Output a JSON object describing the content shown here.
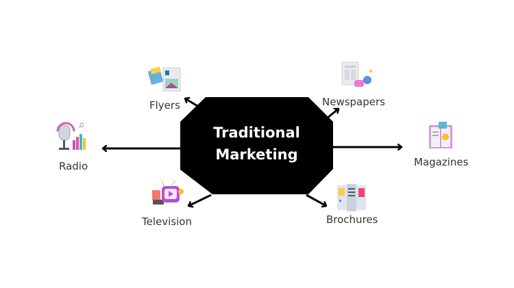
{
  "center": {
    "line1": "Traditional",
    "line2": "Marketing"
  },
  "channels": [
    {
      "label": "Flyers",
      "icon": "flyer-icon"
    },
    {
      "label": "Newspapers",
      "icon": "newspaper-icon"
    },
    {
      "label": "Radio",
      "icon": "radio-microphone-icon"
    },
    {
      "label": "Magazines",
      "icon": "magazine-icon"
    },
    {
      "label": "Television",
      "icon": "television-icon"
    },
    {
      "label": "Brochures",
      "icon": "brochure-icon"
    }
  ],
  "colors": {
    "hub": "#000000",
    "arrow": "#000000",
    "text": "#333333"
  }
}
